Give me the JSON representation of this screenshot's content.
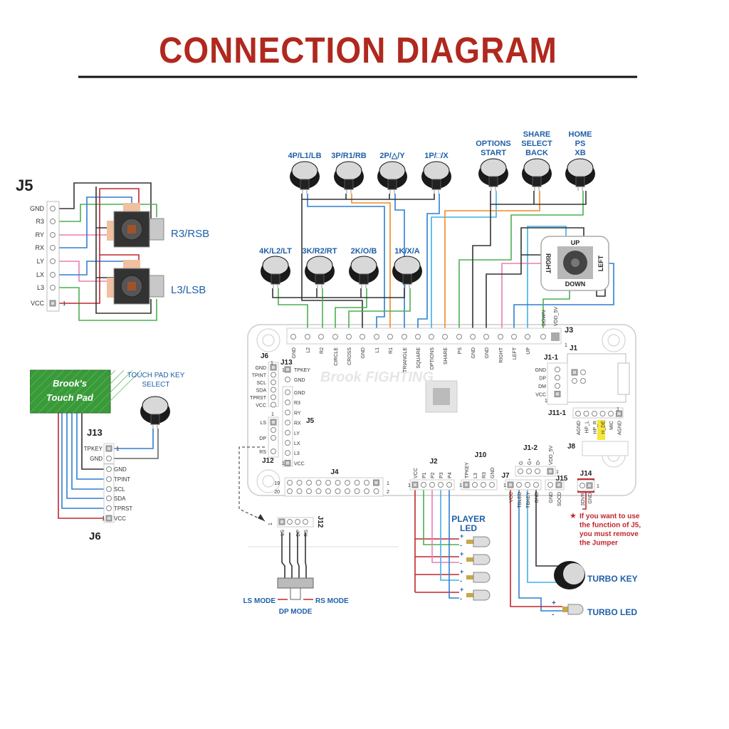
{
  "title": "CONNECTION DIAGRAM",
  "buttons_top": [
    "4P/L1/LB",
    "3P/R1/RB",
    "2P/△/Y",
    "1P/□/X"
  ],
  "buttons_mid": [
    "4K/L2/LT",
    "3K/R2/RT",
    "2K/O/B",
    "1K/X/A"
  ],
  "buttons_sys": [
    [
      "OPTIONS",
      "START"
    ],
    [
      "SHARE",
      "SELECT",
      "BACK"
    ],
    [
      "HOME",
      "PS",
      "XB"
    ]
  ],
  "dpad": {
    "up": "UP",
    "down": "DOWN",
    "left": "LEFT",
    "right": "RIGHT"
  },
  "j3": {
    "label": "J3",
    "pin1": "1",
    "pins": [
      "GND",
      "L2",
      "R2",
      "CIRCLE",
      "CROSS",
      "GND",
      "L1",
      "R1",
      "TRIANGLE",
      "SQUARE",
      "OPTIONS",
      "SHARE",
      "PS",
      "GND",
      "GND",
      "RIGHT",
      "LEFT",
      "UP",
      "DOWN",
      "VDD_5V"
    ]
  },
  "j5_joystick": {
    "label": "J5",
    "pins": [
      "GND",
      "R3",
      "RY",
      "RX",
      "LY",
      "LX",
      "L3",
      "VCC"
    ],
    "pin1": "1",
    "r3": "R3/RSB",
    "l3": "L3/LSB"
  },
  "touchpad": {
    "name": [
      "Brook's",
      "Touch Pad"
    ],
    "key_select": [
      "TOUCH PAD KEY",
      "SELECT"
    ],
    "j13_label": "J13",
    "j13_pins": [
      "TPKEY",
      "GND"
    ],
    "j6_label": "J6",
    "j6_pins": [
      "GND",
      "TPINT",
      "SCL",
      "SDA",
      "TPRST",
      "VCC"
    ],
    "pin1": "1"
  },
  "board": {
    "brand": "Brook FIGHTING",
    "j6": {
      "label": "J6",
      "pins": [
        "GND",
        "TPINT",
        "SCL",
        "SDA",
        "TPRST",
        "VCC"
      ],
      "pin1": "1"
    },
    "j13": {
      "label": "J13",
      "pins": [
        "TPKEY",
        "GND"
      ],
      "pin1": "1"
    },
    "j5": {
      "label": "J5",
      "pins": [
        "GND",
        "R3",
        "RY",
        "RX",
        "LY",
        "LX",
        "L3",
        "VCC"
      ],
      "pin1": "1"
    },
    "j12": {
      "label": "J12",
      "pins": [
        "LS",
        "DP",
        "RS"
      ],
      "pin1": "1"
    },
    "j1": "J1",
    "j1_1": {
      "label": "J1-1",
      "pins": [
        "GND",
        "DP",
        "DM",
        "VCC"
      ],
      "pin1": "1"
    },
    "j11_1": {
      "label": "J11-1",
      "pins": [
        "AGND",
        "HP_L",
        "HP_R",
        "H_DE",
        "MIC",
        "AGND"
      ],
      "pin1": "1",
      "highlight": "H_DE"
    },
    "j8": "J8",
    "j4": {
      "label": "J4",
      "nums": [
        "19",
        "20",
        "1",
        "2"
      ]
    },
    "j2": {
      "label": "J2",
      "pins": [
        "VCC",
        "P1",
        "P2",
        "P3",
        "P4"
      ],
      "pin1": "1"
    },
    "j10": {
      "label": "J10",
      "pins": [
        "TPKEY",
        "L3",
        "R3",
        "GND"
      ],
      "pin1": "1"
    },
    "j7": {
      "label": "J7",
      "pins": [
        "VCC",
        "TBLED",
        "TBKEY",
        "GND"
      ],
      "pin1": "1"
    },
    "j1_2": {
      "label": "J1-2",
      "pins": [
        "G",
        "G+",
        "D-",
        "VDD_5V"
      ],
      "pin1": "1"
    },
    "j15": {
      "label": "J15",
      "pins": [
        "GND",
        "SOCD"
      ]
    },
    "j14": {
      "label": "J14",
      "pins": [
        "3DVR",
        "GND"
      ],
      "pin1": "1"
    }
  },
  "note": {
    "star": "★",
    "lines": [
      "If you want to use",
      "the function of J5,",
      "you must remove",
      "the Jumper"
    ]
  },
  "player_led": [
    "PLAYER",
    "LED"
  ],
  "plus": "+",
  "minus": "-",
  "turbo_key": "TURBO KEY",
  "turbo_led": "TURBO LED",
  "mode_switch": {
    "j12": "J12",
    "pins": [
      "LS",
      "DP",
      "RS"
    ],
    "pin1": "1",
    "ls_mode": "LS MODE",
    "rs_mode": "RS MODE",
    "dp_mode": "DP MODE"
  },
  "colors": {
    "title": "#b0281e",
    "label_blue": "#1f5fa8",
    "green": "#4caf50",
    "blue": "#2f7fd0",
    "light_blue": "#3fb0e8",
    "orange": "#f08a24",
    "pink": "#e87fb4",
    "black": "#333333",
    "red": "#c0272d",
    "touchpad": "#3a9a3a",
    "highlight": "#f5e63a"
  }
}
